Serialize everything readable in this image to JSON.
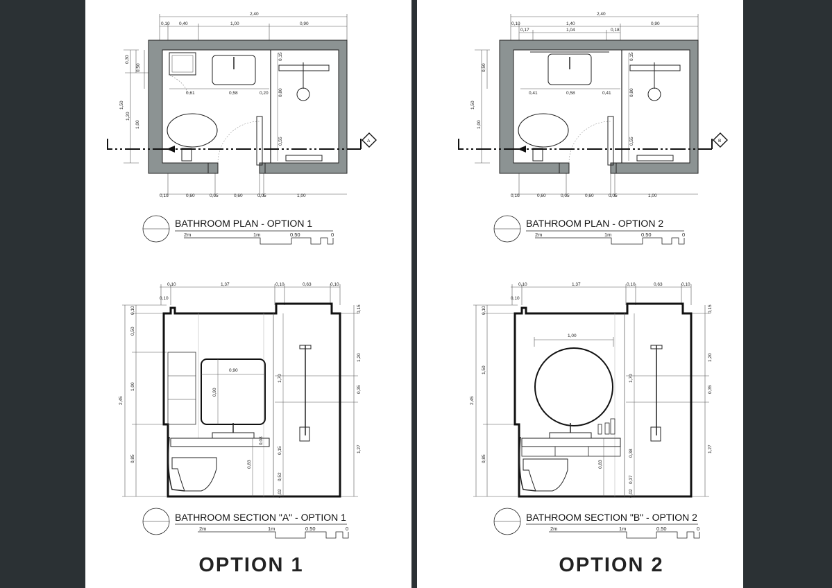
{
  "colors": {
    "background": "#2b3134",
    "sheet": "#ffffff",
    "wall": "#8a9191",
    "line": "#111111"
  },
  "options": [
    {
      "plan_title": "BATHROOM PLAN - OPTION 1",
      "section_title": "BATHROOM SECTION \"A\" - OPTION 1",
      "label": "OPTION 1",
      "marker": "A",
      "plan_top_dims": [
        "2,40",
        "0,10",
        "0,40",
        "1,00",
        "0,90"
      ],
      "plan_bottom_dims": [
        "0,10",
        "0,60",
        "0,05",
        "0,60",
        "0,05",
        "1,00"
      ],
      "plan_left_dims": [
        "0,30",
        "0,50",
        "1,50",
        "1,20",
        "1,00"
      ],
      "plan_inner_dims": [
        "0,61",
        "0,58",
        "0,20",
        "0,15",
        "0,80",
        "0,55"
      ],
      "section_top_dims": [
        "0,10",
        "1,37",
        "0,10",
        "0,63",
        "0,10"
      ],
      "section_left_dims": [
        "0,10",
        "0,10",
        "0,50",
        "1,00",
        "2,45",
        "0,85"
      ],
      "section_right_dims": [
        "0,15",
        "1,20",
        "0,35",
        "1,27"
      ],
      "section_inner_dims": [
        "0,90",
        "0,90",
        "1,70",
        "0,08",
        "0,15",
        "0,83",
        "0,52",
        "0,02"
      ],
      "scale_labels": [
        "2m",
        "1m",
        "0.50",
        "0"
      ]
    },
    {
      "plan_title": "BATHROOM PLAN - OPTION 2",
      "section_title": "BATHROOM SECTION \"B\" - OPTION 2",
      "label": "OPTION 2",
      "marker": "B",
      "plan_top_dims": [
        "2,40",
        "0,10",
        "1,40",
        "0,90",
        "0,17",
        "1,04",
        "0,18"
      ],
      "plan_bottom_dims": [
        "0,10",
        "0,60",
        "0,05",
        "0,60",
        "0,05",
        "1,00"
      ],
      "plan_left_dims": [
        "0,50",
        "1,50",
        "1,00"
      ],
      "plan_inner_dims": [
        "0,41",
        "0,58",
        "0,41",
        "0,15",
        "0,80",
        "0,55"
      ],
      "section_top_dims": [
        "0,10",
        "1,37",
        "0,10",
        "0,63",
        "0,10"
      ],
      "section_left_dims": [
        "0,10",
        "0,10",
        "1,50",
        "2,45",
        "0,85"
      ],
      "section_right_dims": [
        "0,15",
        "1,20",
        "0,35",
        "1,27"
      ],
      "section_inner_dims": [
        "1,00",
        "1,70",
        "0,38",
        "0,83",
        "0,37",
        "0,02"
      ],
      "scale_labels": [
        "2m",
        "1m",
        "0.50",
        "0"
      ]
    }
  ]
}
